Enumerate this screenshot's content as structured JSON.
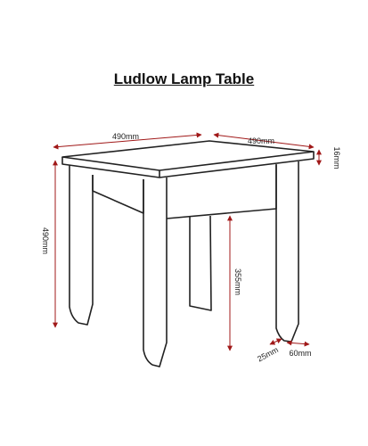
{
  "title": "Ludlow Lamp Table",
  "dimensions": {
    "top_width": "490mm",
    "top_depth": "490mm",
    "top_thickness": "16mm",
    "overall_height": "490mm",
    "leg_clearance": "355mm",
    "leg_depth": "25mm",
    "leg_width": "60mm"
  },
  "colors": {
    "line": "#222222",
    "dimension": "#a01818"
  }
}
